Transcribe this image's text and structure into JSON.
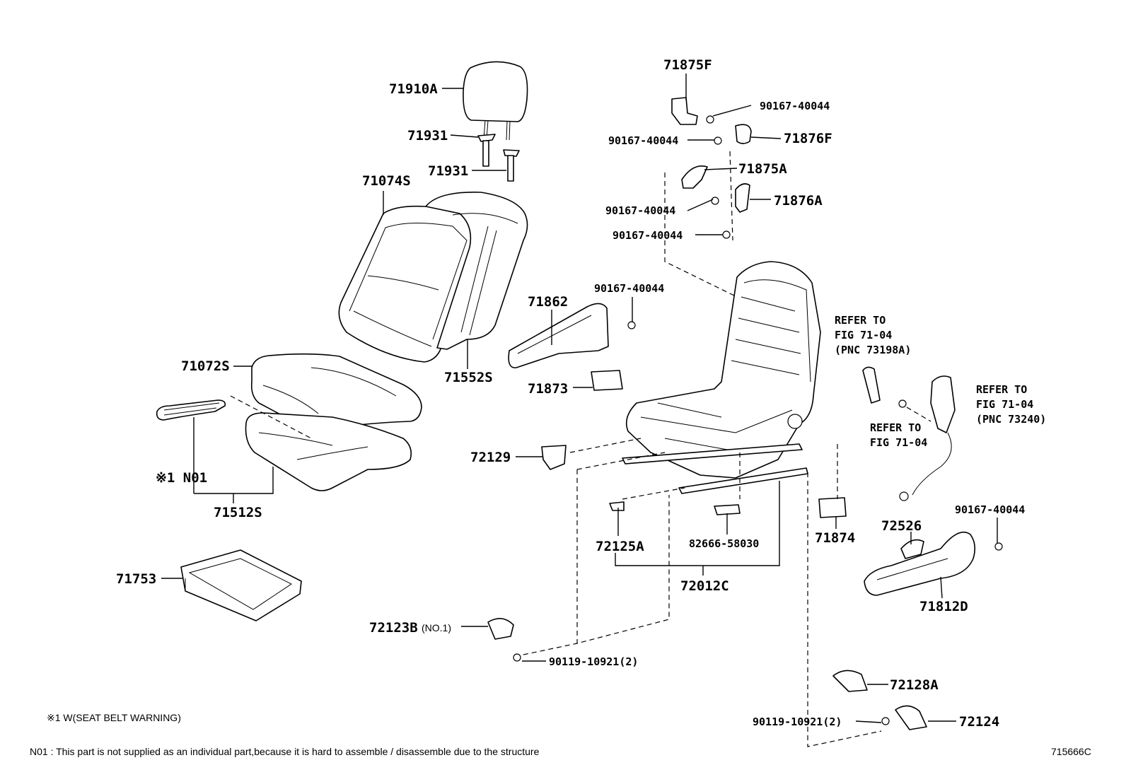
{
  "diagram_id": "715666C",
  "callouts": {
    "c71910A": "71910A",
    "c71931a": "71931",
    "c71931b": "71931",
    "c71074S": "71074S",
    "c71072S": "71072S",
    "c71552S": "71552S",
    "cN01": "※1 N01",
    "c71512S": "71512S",
    "c71753": "71753",
    "c72123B": "72123B",
    "c72123B_note": "(NO.1)",
    "c90119_a": "90119-10921(2)",
    "c71875F": "71875F",
    "c90167_1": "90167-40044",
    "c90167_2": "90167-40044",
    "c71876F": "71876F",
    "c71875A": "71875A",
    "c90167_3": "90167-40044",
    "c71876A": "71876A",
    "c90167_4": "90167-40044",
    "c90167_5": "90167-40044",
    "c71862": "71862",
    "c71873": "71873",
    "c72129": "72129",
    "c72125A": "72125A",
    "c82666": "82666-58030",
    "c72012C": "72012C",
    "c71874": "71874",
    "c72526": "72526",
    "c90167_6": "90167-40044",
    "c71812D": "71812D",
    "c72128A": "72128A",
    "c72124": "72124",
    "c90119_b": "90119-10921(2)",
    "ref1_l1": "REFER TO",
    "ref1_l2": "FIG 71-04",
    "ref1_l3": "(PNC 73198A)",
    "ref2_l1": "REFER TO",
    "ref2_l2": "FIG 71-04",
    "ref2_l3": "(PNC 73240)",
    "ref3_l1": "REFER TO",
    "ref3_l2": "FIG 71-04"
  },
  "footnotes": {
    "seat_belt_warning": "※1 W(SEAT BELT WARNING)",
    "n01_note": "N01 : This part is not supplied as an individual part,because it is hard to assemble / disassemble due to the structure"
  }
}
